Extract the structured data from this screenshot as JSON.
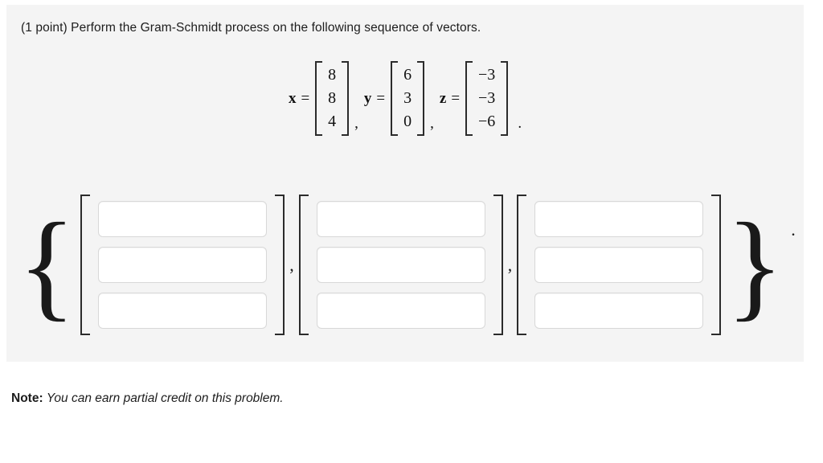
{
  "problem": {
    "prompt": "(1 point) Perform the Gram-Schmidt process on the following sequence of vectors.",
    "point_value": "1 point"
  },
  "given_vectors": [
    {
      "label": "x",
      "equals": "=",
      "entries": [
        "8",
        "8",
        "4"
      ],
      "separator": ","
    },
    {
      "label": "y",
      "equals": "=",
      "entries": [
        "6",
        "3",
        "0"
      ],
      "separator": ","
    },
    {
      "label": "z",
      "equals": "=",
      "entries": [
        "−3",
        "−3",
        "−6"
      ],
      "separator": "."
    }
  ],
  "answer": {
    "open_brace": "{",
    "close_brace": "}",
    "trailing_period": ".",
    "separator": ",",
    "columns": [
      {
        "name": "vector-1",
        "inputs": [
          {
            "name": "v1-row1",
            "value": "",
            "placeholder": ""
          },
          {
            "name": "v1-row2",
            "value": "",
            "placeholder": ""
          },
          {
            "name": "v1-row3",
            "value": "",
            "placeholder": ""
          }
        ]
      },
      {
        "name": "vector-2",
        "inputs": [
          {
            "name": "v2-row1",
            "value": "",
            "placeholder": ""
          },
          {
            "name": "v2-row2",
            "value": "",
            "placeholder": ""
          },
          {
            "name": "v2-row3",
            "value": "",
            "placeholder": ""
          }
        ]
      },
      {
        "name": "vector-3",
        "inputs": [
          {
            "name": "v3-row1",
            "value": "",
            "placeholder": ""
          },
          {
            "name": "v3-row2",
            "value": "",
            "placeholder": ""
          },
          {
            "name": "v3-row3",
            "value": "",
            "placeholder": ""
          }
        ]
      }
    ]
  },
  "note": {
    "label": "Note:",
    "text": "You can earn partial credit on this problem."
  },
  "colors": {
    "panel_background": "#f4f4f4",
    "page_background": "#ffffff",
    "text": "#1d1d1d",
    "input_border": "#d8d8d8",
    "bracket": "#2b2b2b"
  }
}
